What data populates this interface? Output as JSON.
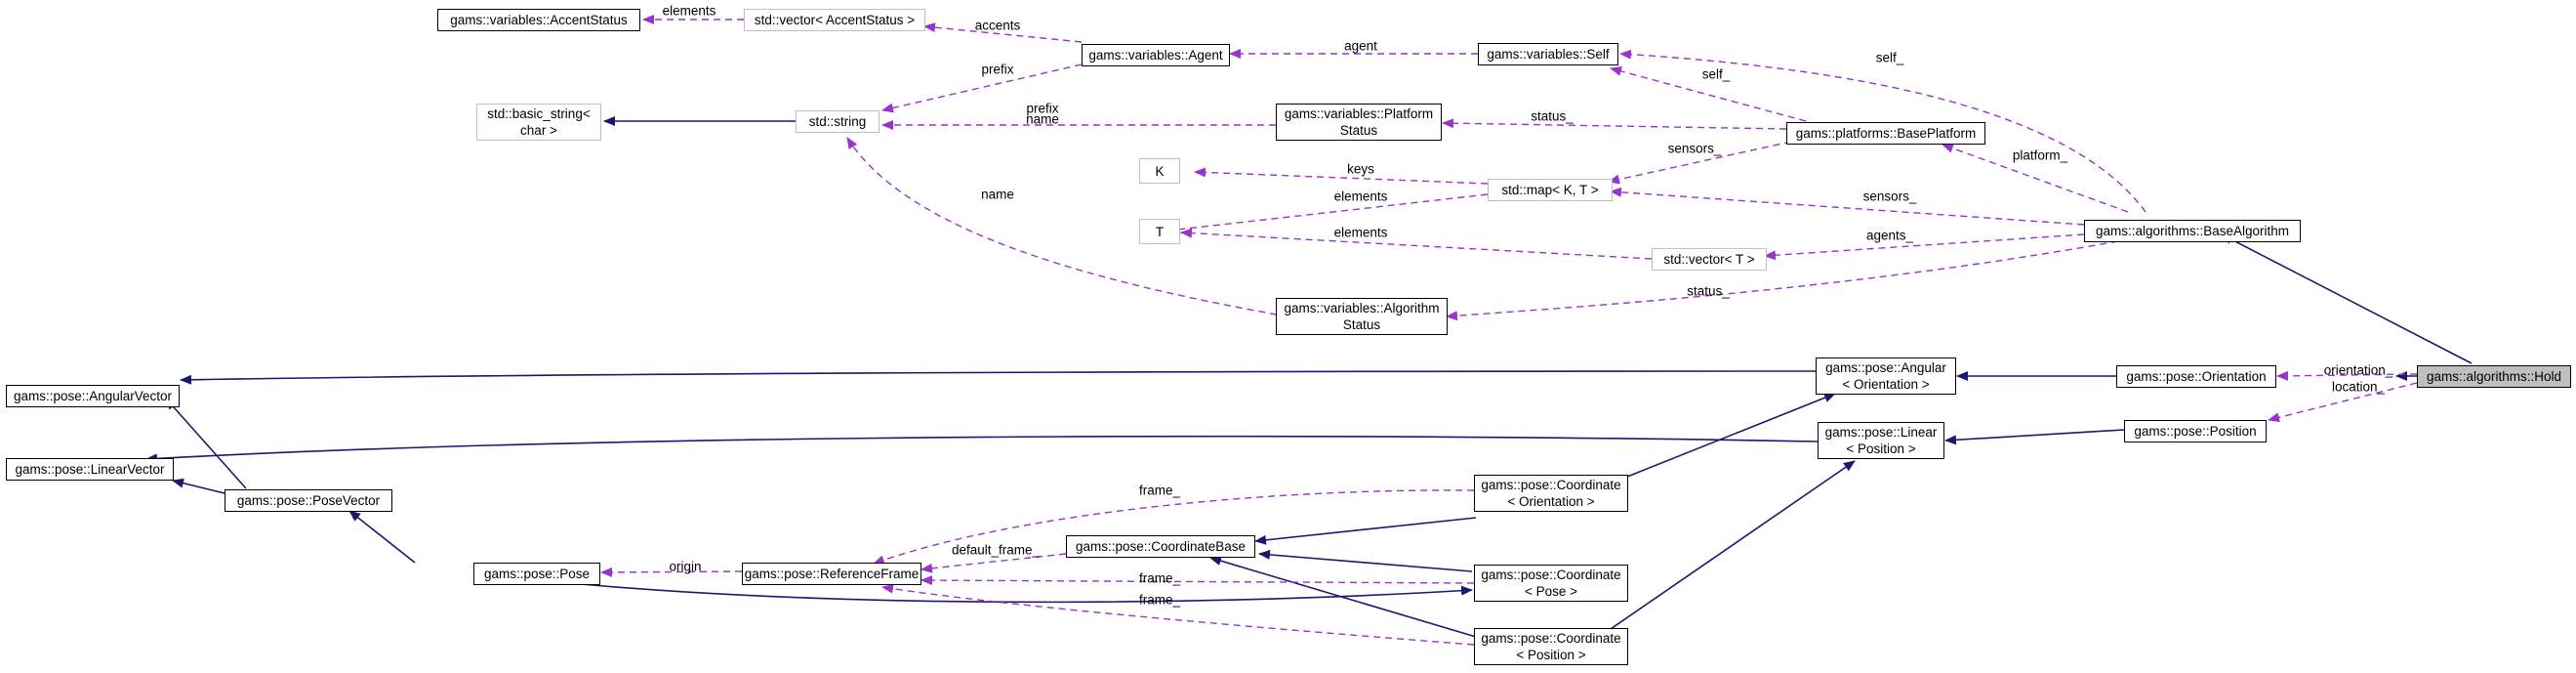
{
  "colors": {
    "inheritance": "#191970",
    "usage": "#9a32cd",
    "external_border": "#bfbfbf",
    "focus_fill": "#bfbfbf"
  },
  "nodes": {
    "accent_status": [
      "gams::variables::AccentStatus"
    ],
    "vector_accent": [
      "std::vector< AccentStatus >"
    ],
    "agent": [
      "gams::variables::Agent"
    ],
    "self": [
      "gams::variables::Self"
    ],
    "basic_string": [
      "std::basic_string<",
      "char >"
    ],
    "std_string": [
      "std::string"
    ],
    "platform_status": [
      "gams::variables::Platform",
      "Status"
    ],
    "base_platform": [
      "gams::platforms::BasePlatform"
    ],
    "k": [
      "K"
    ],
    "t": [
      "T"
    ],
    "map_kt": [
      "std::map< K, T >"
    ],
    "vector_t": [
      "std::vector< T >"
    ],
    "base_algorithm": [
      "gams::algorithms::BaseAlgorithm"
    ],
    "algorithm_status": [
      "gams::variables::Algorithm",
      "Status"
    ],
    "angular_vector": [
      "gams::pose::AngularVector"
    ],
    "angular_orientation": [
      "gams::pose::Angular",
      "< Orientation >"
    ],
    "orientation": [
      "gams::pose::Orientation"
    ],
    "hold": [
      "gams::algorithms::Hold"
    ],
    "linear_vector": [
      "gams::pose::LinearVector"
    ],
    "linear_position": [
      "gams::pose::Linear",
      "< Position >"
    ],
    "position": [
      "gams::pose::Position"
    ],
    "pose_vector": [
      "gams::pose::PoseVector"
    ],
    "coord_orientation": [
      "gams::pose::Coordinate",
      "< Orientation >"
    ],
    "coordinate_base": [
      "gams::pose::CoordinateBase"
    ],
    "pose": [
      "gams::pose::Pose"
    ],
    "reference_frame": [
      "gams::pose::ReferenceFrame"
    ],
    "coord_pose": [
      "gams::pose::Coordinate",
      "< Pose >"
    ],
    "coord_position": [
      "gams::pose::Coordinate",
      "< Position >"
    ]
  },
  "edge_labels": {
    "elements_accent": "elements",
    "accents": "accents",
    "agent": "agent",
    "prefix_agent": "prefix",
    "prefix_platform": "prefix",
    "name_platform": "name",
    "self_top": "self_",
    "self_platform": "self_",
    "status_platform": "status_",
    "keys": "keys",
    "sensors_platform": "sensors_",
    "platform": "platform_",
    "elements_map": "elements",
    "sensors_algorithm": "sensors_",
    "name_algorithm": "name",
    "elements_vector": "elements",
    "agents": "agents_",
    "status_algorithm": "status_",
    "orientation": "orientation_",
    "location": "location_",
    "frame_orientation": "frame_",
    "default_frame": "default_frame_",
    "origin": "origin",
    "frame_pose": "frame_",
    "frame_position": "frame_"
  }
}
